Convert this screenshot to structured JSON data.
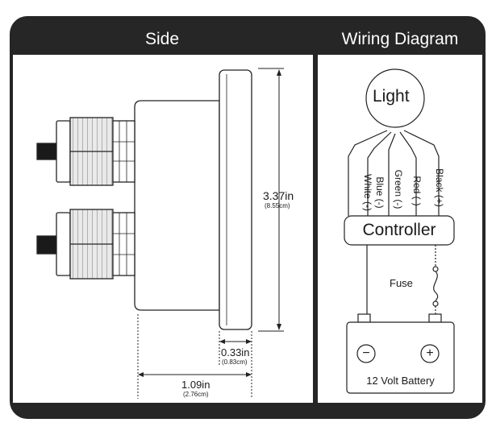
{
  "panels": {
    "side_title": "Side",
    "wiring_title": "Wiring Diagram"
  },
  "side": {
    "height_dim": "3.37in",
    "height_dim_metric": "(8.55cm)",
    "bezel_dim": "0.33in",
    "bezel_dim_metric": "(0.83cm)",
    "depth_dim": "1.09in",
    "depth_dim_metric": "(2.76cm)"
  },
  "wiring": {
    "light_label": "Light",
    "wires": [
      "White (-)",
      "Blue (-)",
      "Green (-)",
      "Red (-)",
      "Black (+)"
    ],
    "controller_label": "Controller",
    "fuse_label": "Fuse",
    "battery_label": "12 Volt Battery",
    "battery_minus": "−",
    "battery_plus": "+"
  }
}
